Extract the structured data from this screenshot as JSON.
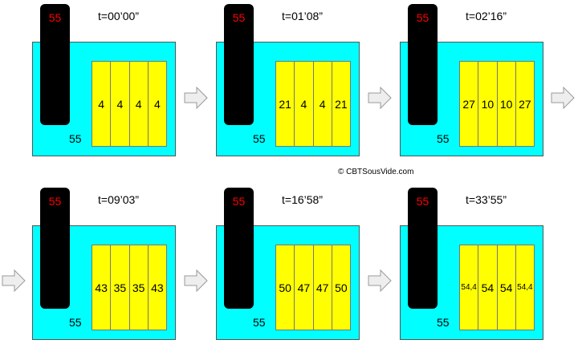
{
  "panels": [
    {
      "time": "t=00’00”",
      "heater": "55",
      "bath": "55",
      "food": [
        "4",
        "4",
        "4",
        "4"
      ]
    },
    {
      "time": "t=01’08”",
      "heater": "55",
      "bath": "55",
      "food": [
        "21",
        "4",
        "4",
        "21"
      ]
    },
    {
      "time": "t=02’16”",
      "heater": "55",
      "bath": "55",
      "food": [
        "27",
        "10",
        "10",
        "27"
      ]
    },
    {
      "time": "t=09’03”",
      "heater": "55",
      "bath": "55",
      "food": [
        "43",
        "35",
        "35",
        "43"
      ]
    },
    {
      "time": "t=16’58”",
      "heater": "55",
      "bath": "55",
      "food": [
        "50",
        "47",
        "47",
        "50"
      ]
    },
    {
      "time": "t=33’55”",
      "heater": "55",
      "bath": "55",
      "food": [
        "54,4",
        "54",
        "54",
        "54,4"
      ]
    }
  ],
  "copyright": "© CBTSousVide.com",
  "colors": {
    "bath": "#00ffff",
    "food": "#ffff00",
    "heater": "#000000",
    "setpoint": "#ff0000"
  }
}
